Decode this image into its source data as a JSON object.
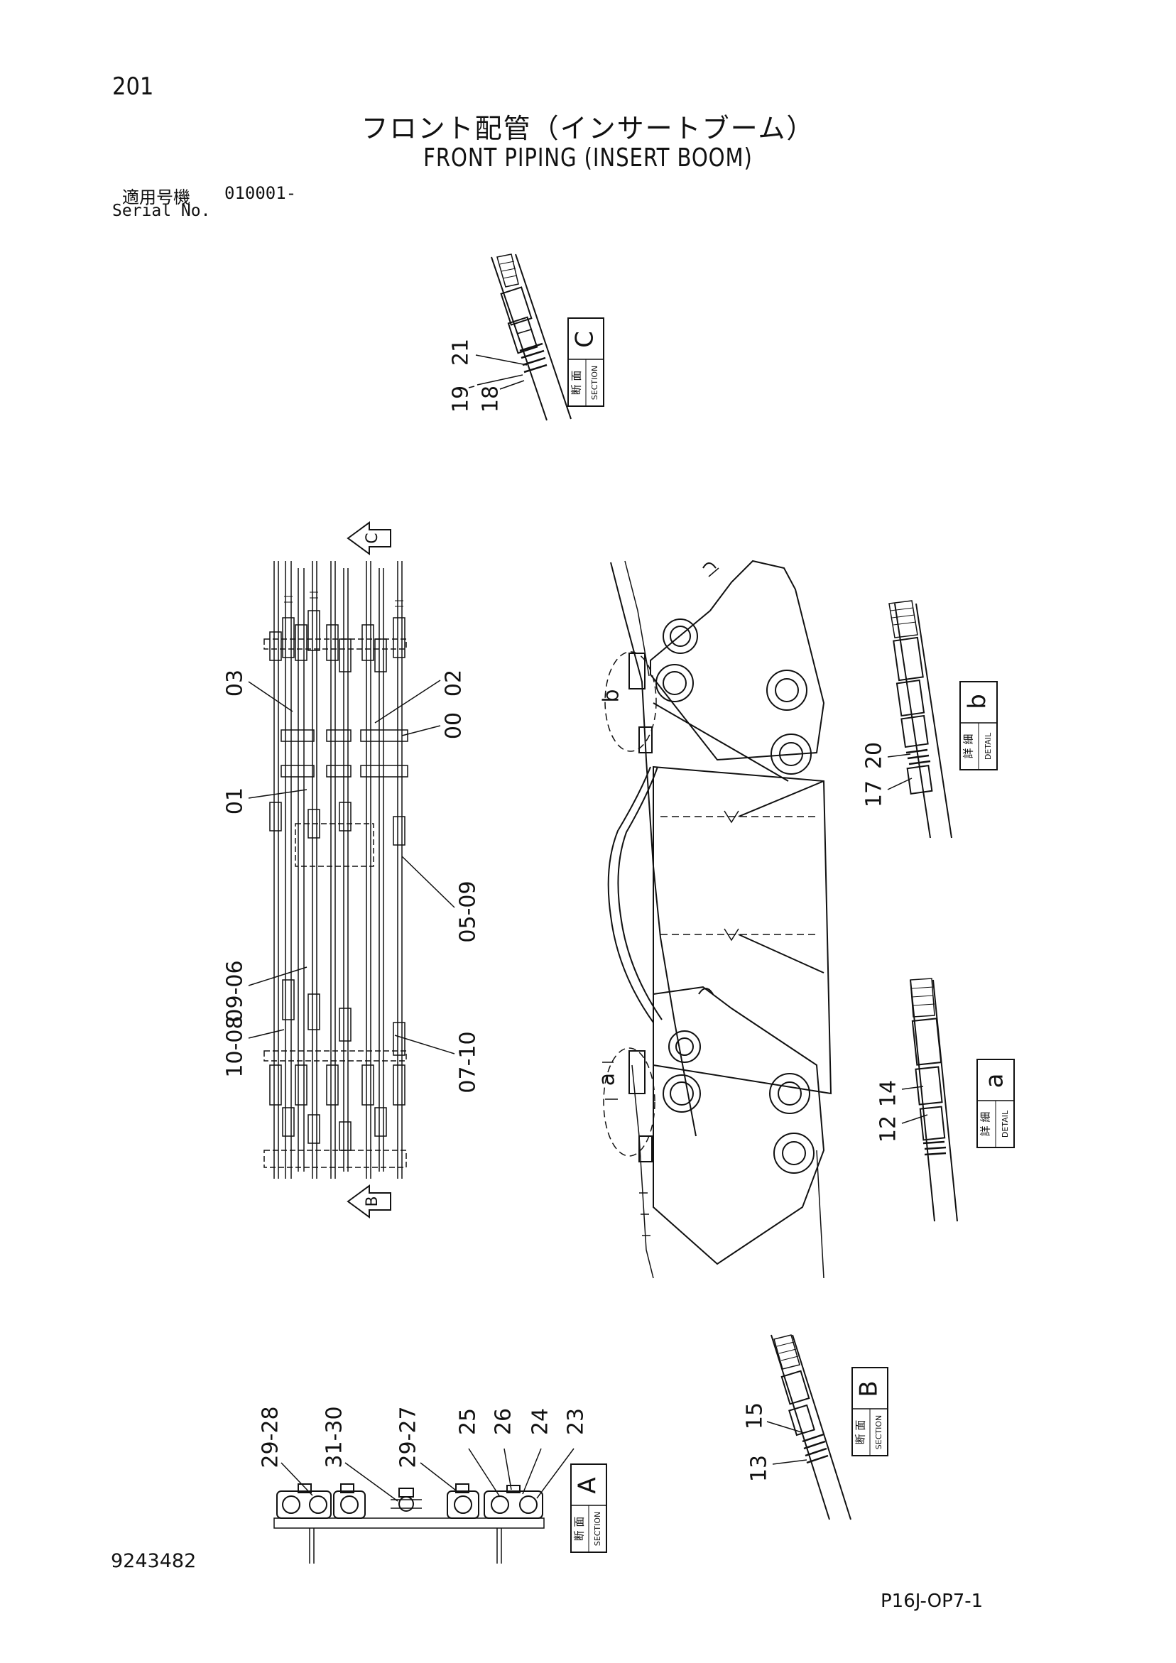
{
  "header": {
    "page_number": "201",
    "title_jp": "フロント配管（インサートブーム）",
    "title_en": "FRONT PIPING (INSERT BOOM)",
    "serial_label_jp": "適用号機",
    "serial_value": "010001-",
    "serial_label_en": "Serial No."
  },
  "footer": {
    "doc_number": "9243482",
    "page_code": "P16J-OP7-1"
  },
  "views": {
    "section_c": {
      "box_letter": "C",
      "box_jp": "断 面",
      "box_en": "SECTION",
      "callouts": [
        "21",
        "19",
        "18"
      ]
    },
    "section_b": {
      "box_letter": "B",
      "box_jp": "断 面",
      "box_en": "SECTION",
      "callouts": [
        "15",
        "13"
      ]
    },
    "section_a": {
      "box_letter": "A",
      "box_jp": "断 面",
      "box_en": "SECTION",
      "callouts": [
        "29-28",
        "31-30",
        "29-27",
        "25",
        "26",
        "24",
        "23"
      ]
    },
    "detail_b": {
      "box_letter": "b",
      "box_jp": "詳 細",
      "box_en": "DETAIL",
      "callouts": [
        "20",
        "17"
      ]
    },
    "detail_a": {
      "box_letter": "a",
      "box_jp": "詳 細",
      "box_en": "DETAIL",
      "callouts": [
        "14",
        "12"
      ]
    },
    "main_view": {
      "callouts": [
        "03",
        "01",
        "09-06",
        "10-08",
        "02",
        "00",
        "05-09",
        "07-10"
      ],
      "section_marks": [
        "C",
        "B"
      ]
    },
    "boom_view": {
      "detail_marks": [
        "b",
        "a"
      ]
    }
  }
}
